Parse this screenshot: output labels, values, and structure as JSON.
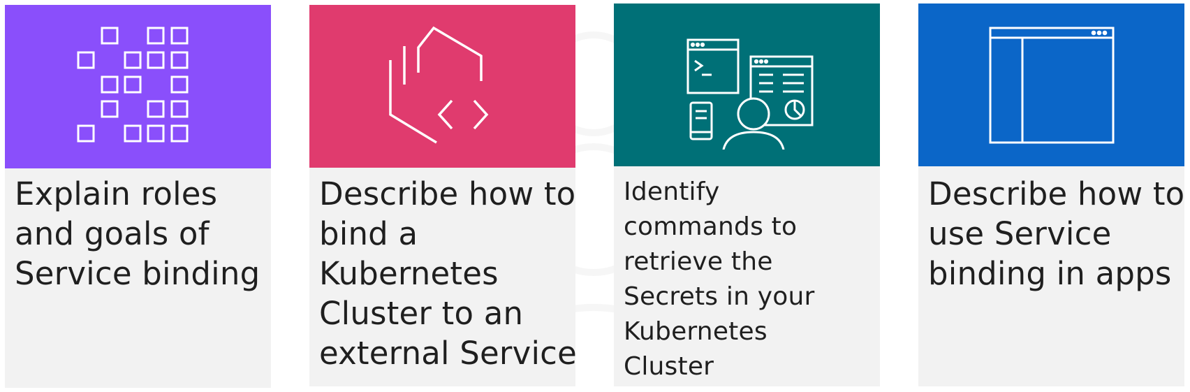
{
  "colors": {
    "purple": "#8a4ffb",
    "pink": "#e03b6e",
    "teal": "#007077",
    "blue": "#0b66c8",
    "card_body": "#f2f2f2",
    "text": "#1f1f1f"
  },
  "cards": [
    {
      "icon": "grid-squares-icon",
      "lines": [
        "Explain roles",
        "and goals of",
        "Service binding"
      ]
    },
    {
      "icon": "hexagon-code-icon",
      "lines": [
        "Describe how to",
        "bind a",
        "Kubernetes",
        "Cluster to an",
        "external Service"
      ]
    },
    {
      "icon": "developer-terminal-dashboard-icon",
      "lines": [
        "Identify",
        "commands to",
        "retrieve the",
        "Secrets in your",
        "Kubernetes",
        "Cluster"
      ]
    },
    {
      "icon": "app-window-sidebar-icon",
      "lines": [
        "Describe how to",
        "use Service",
        "binding in apps"
      ]
    }
  ]
}
